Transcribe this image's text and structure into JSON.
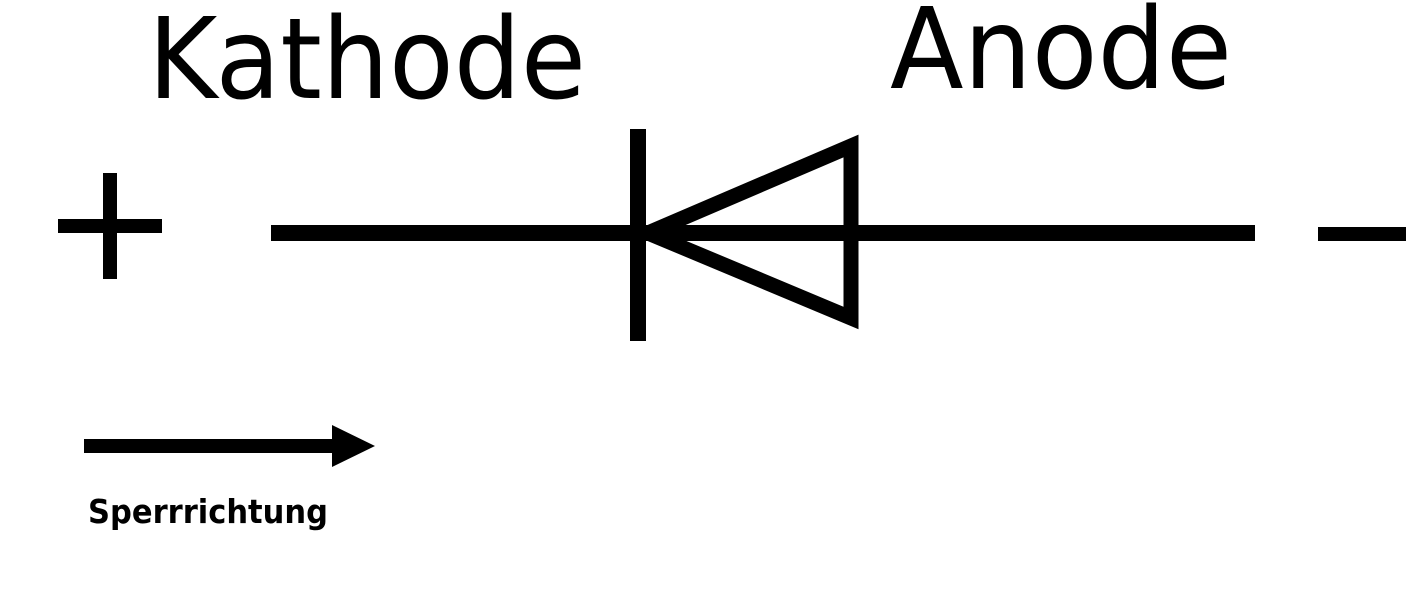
{
  "labels": {
    "cathode": "Kathode",
    "anode": "Anode",
    "plus": "+",
    "minus": "−",
    "direction": "Sperrrichtung"
  },
  "colors": {
    "stroke": "#000000",
    "background": "#ffffff"
  }
}
